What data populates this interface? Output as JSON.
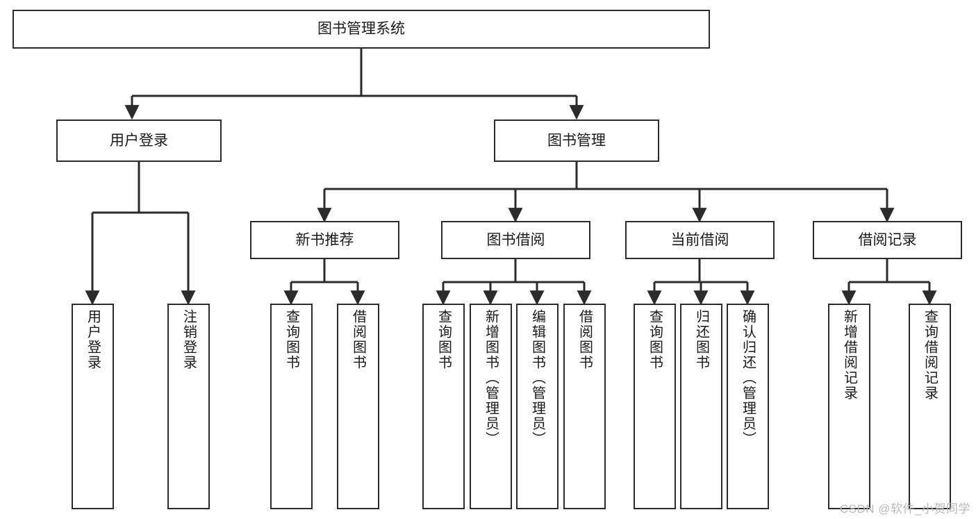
{
  "diagram": {
    "title": "图书管理系统",
    "type": "tree-hierarchy-diagram",
    "watermark": "CSDN @软件_小贺同学",
    "colors": {
      "stroke": "#2b2b2b",
      "fill": "#ffffff",
      "text": "#1a1a1a",
      "watermark": "#b9b9b9"
    },
    "nodes": {
      "root": {
        "label": "图书管理系统"
      },
      "level1": [
        {
          "id": "user-login",
          "label": "用户登录"
        },
        {
          "id": "book-manage",
          "label": "图书管理"
        }
      ],
      "level2": [
        {
          "id": "new-book-recommend",
          "label": "新书推荐"
        },
        {
          "id": "book-borrow",
          "label": "图书借阅"
        },
        {
          "id": "current-borrow",
          "label": "当前借阅"
        },
        {
          "id": "borrow-record",
          "label": "借阅记录"
        }
      ],
      "leaves": {
        "user_login": [
          {
            "id": "leaf-user-login",
            "label": "用户登录"
          },
          {
            "id": "leaf-logout-login",
            "label": "注销登录"
          }
        ],
        "new_book_recommend": [
          {
            "id": "leaf-query-book-1",
            "label": "查询图书"
          },
          {
            "id": "leaf-borrow-book-1",
            "label": "借阅图书"
          }
        ],
        "book_borrow": [
          {
            "id": "leaf-query-book-2",
            "label": "查询图书"
          },
          {
            "id": "leaf-add-book-admin",
            "label": "新增图书（管理员）"
          },
          {
            "id": "leaf-edit-book-admin",
            "label": "编辑图书（管理员）"
          },
          {
            "id": "leaf-borrow-book-2",
            "label": "借阅图书"
          }
        ],
        "current_borrow": [
          {
            "id": "leaf-query-book-3",
            "label": "查询图书"
          },
          {
            "id": "leaf-return-book",
            "label": "归还图书"
          },
          {
            "id": "leaf-confirm-return-admin",
            "label": "确认归还（管理员）"
          }
        ],
        "borrow_record": [
          {
            "id": "leaf-add-borrow-record",
            "label": "新增借阅记录"
          },
          {
            "id": "leaf-query-borrow-record",
            "label": "查询借阅记录"
          }
        ]
      }
    }
  }
}
